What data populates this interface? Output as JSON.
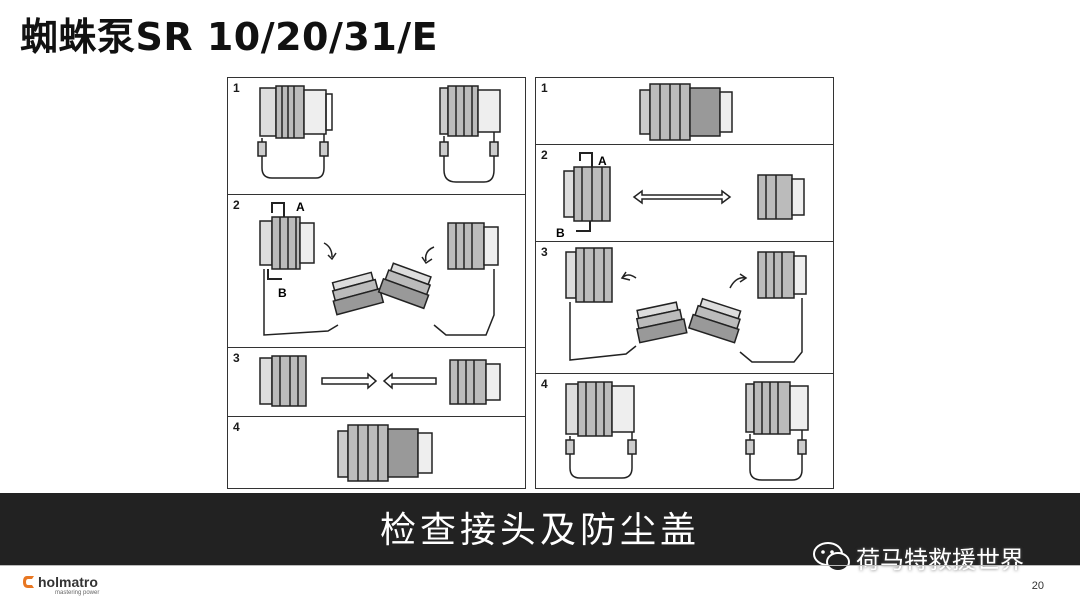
{
  "slide": {
    "title": "蜘蛛泵SR 10/20/31/E",
    "caption": "检查接头及防尘盖",
    "page_number": "20",
    "brand": {
      "name": "holmatro",
      "tagline": "mastering power",
      "color": "#E87722"
    },
    "watermark": "荷马特救援世界"
  },
  "figure_left": {
    "steps": [
      {
        "number": "1"
      },
      {
        "number": "2",
        "labels": [
          "A",
          "B"
        ]
      },
      {
        "number": "3"
      },
      {
        "number": "4"
      }
    ]
  },
  "figure_right": {
    "steps": [
      {
        "number": "1"
      },
      {
        "number": "2",
        "labels": [
          "A",
          "B"
        ]
      },
      {
        "number": "3"
      },
      {
        "number": "4"
      }
    ]
  }
}
